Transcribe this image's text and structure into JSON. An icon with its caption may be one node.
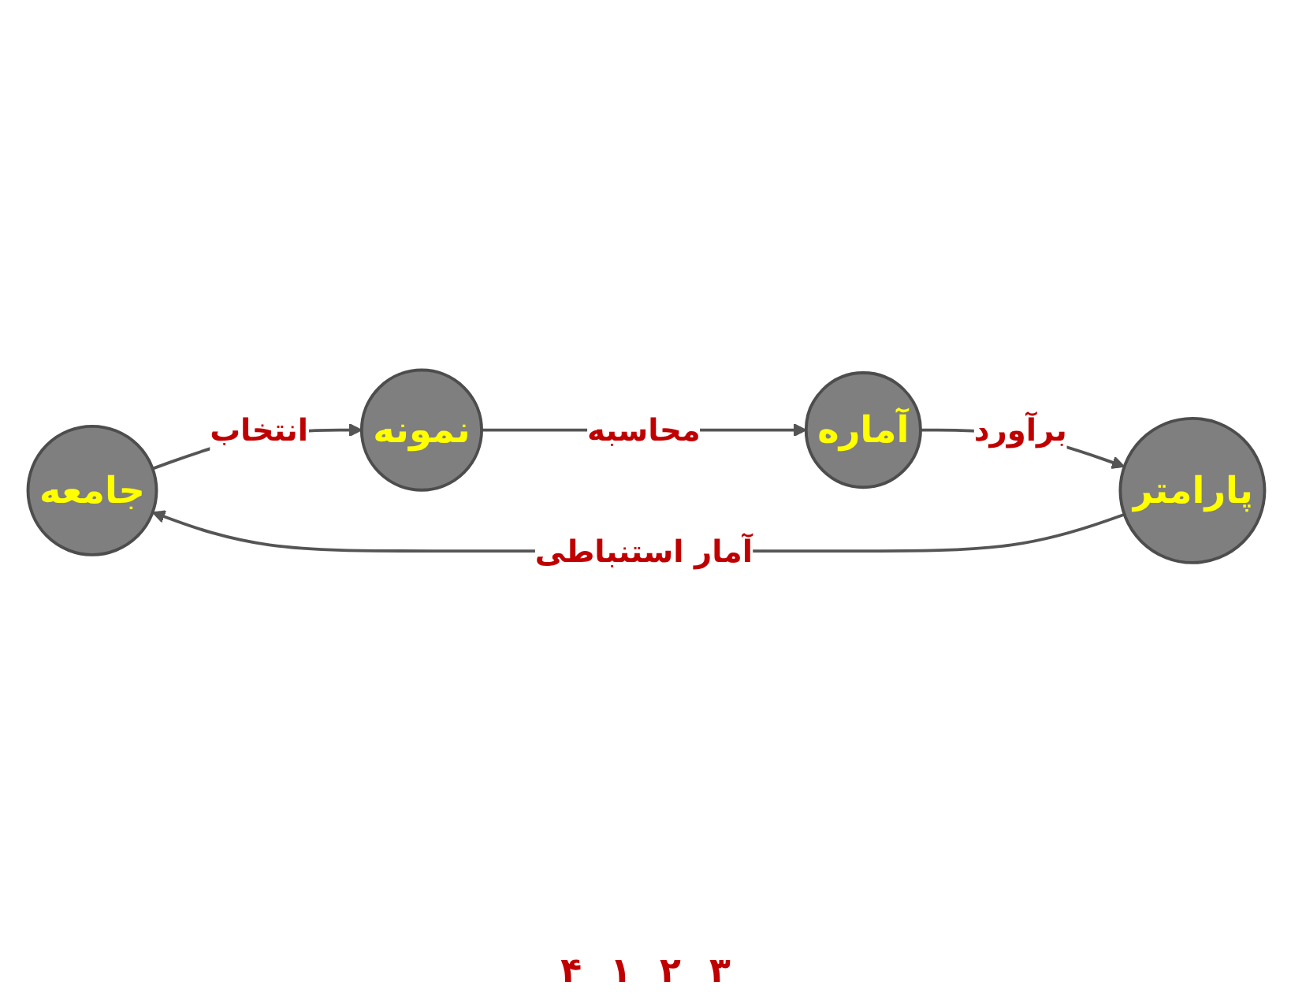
{
  "diagram": {
    "nodes": [
      {
        "text": [
          "جامعه"
        ]
      },
      {
        "text": [
          "پارامتر"
        ]
      },
      {
        "text": [
          "نمونه"
        ]
      },
      {
        "text": [
          "آماره"
        ]
      }
    ],
    "edges": [
      {
        "from": 0,
        "to": 2,
        "arrow": "to",
        "label": "انتخاب"
      },
      {
        "from": 2,
        "to": 3,
        "arrow": "to",
        "label": "محاسبه"
      },
      {
        "from": 3,
        "to": 1,
        "arrow": "to",
        "label": "برآورد"
      },
      {
        "from": 1,
        "to": 0,
        "arrow": "to",
        "label": "آمار استنباطی"
      }
    ],
    "labels": [
      "۴",
      "۱",
      "۲",
      "۳"
    ]
  }
}
